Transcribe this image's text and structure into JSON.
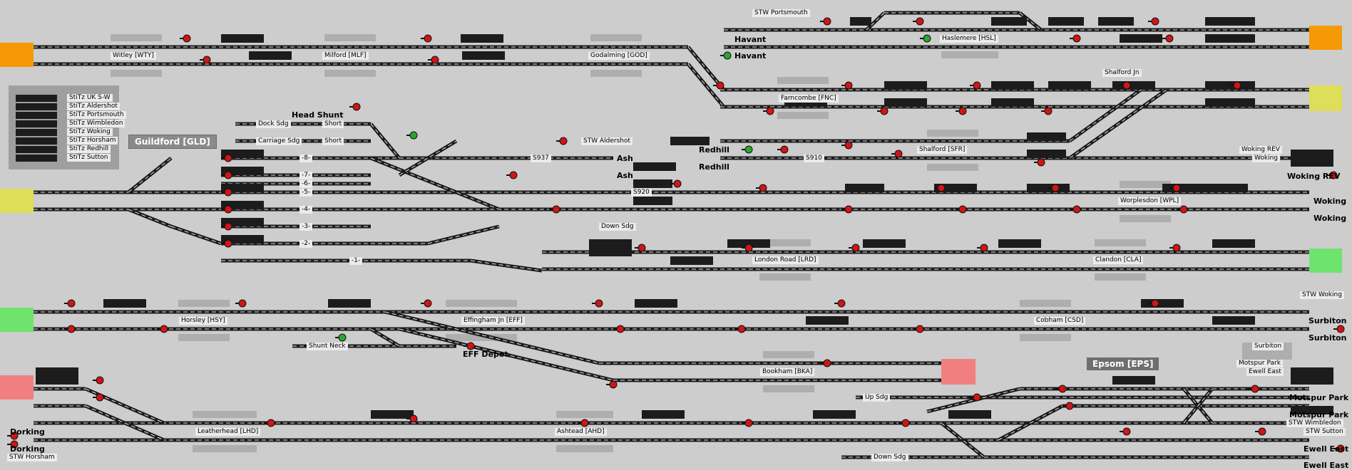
{
  "window": {
    "title": "Signal box panel – Guildford area"
  },
  "legend": [
    "StiTz UK S-W",
    "StiTz Aldershot",
    "StiTz Portsmouth",
    "StiTz Wimbledon",
    "StiTz Woking",
    "StiTz Horsham",
    "StiTz Redhill",
    "StiTz Sutton"
  ],
  "stations": {
    "guildford": "Guildford [GLD]",
    "epsom": "Epsom [EPS]"
  },
  "labels": {
    "witley": "Witley [WTY]",
    "milford": "Milford [MLF]",
    "godalming": "Godalming [GOD]",
    "farncombe": "Farncombe [FNC]",
    "haslemere": "Haslemere [HSL]",
    "shalford_jn": "Shalford Jn",
    "shalford": "Shalford [SFR]",
    "worplesdon": "Worplesdon [WPL]",
    "london_road": "London Road [LRD]",
    "clandon": "Clandon [CLA]",
    "horsley": "Horsley [HSY]",
    "effingham": "Effingham Jn [EFF]",
    "cobham": "Cobham [CSD]",
    "bookham": "Bookham [BKA]",
    "leatherhead": "Leatherhead [LHD]",
    "ashtead": "Ashtead [AHD]",
    "dock_sdg": "Dock Sdg",
    "carriage_sdg": "Carriage Sdg",
    "short1": "Short",
    "short2": "Short",
    "stw_portsmouth": "STW Portsmouth",
    "stw_aldershot": "STW Aldershot",
    "stw_woking": "STW Woking",
    "stw_wimbledon": "STW Wimbledon",
    "stw_sutton": "STW Sutton",
    "stw_horsham": "STW Horsham",
    "woking_rev": "Woking REV",
    "woking_box": "Woking",
    "surbiton_box": "Surbiton",
    "motspur_park_box": "Motspur Park",
    "ewell_east_box": "Ewell East",
    "down_sdg1": "Down Sdg",
    "down_sdg2": "Down Sdg",
    "up_sdg": "Up Sdg",
    "shunt_neck": "Shunt Neck",
    "s937": "S937",
    "s920": "S920",
    "s910": "S910"
  },
  "destinations": {
    "havant1": "Havant",
    "havant2": "Havant",
    "head_shunt": "Head Shunt",
    "ash1": "Ash",
    "ash2": "Ash",
    "redhill1": "Redhill",
    "redhill2": "Redhill",
    "woking_rev": "Woking REV",
    "woking1": "Woking",
    "woking2": "Woking",
    "surbiton1": "Surbiton",
    "surbiton2": "Surbiton",
    "eff_depot": "EFF Depot",
    "dorking1": "Dorking",
    "dorking2": "Dorking",
    "motspur1": "Motspur Park",
    "motspur2": "Motspur Park",
    "ewell1": "Ewell East",
    "ewell2": "Ewell East"
  },
  "platform_numbers": [
    "-8-",
    "-7-",
    "-6-",
    "-5-",
    "-4-",
    "-3-",
    "-2-",
    "-1-"
  ],
  "colors": {
    "background": "#cdcdcd",
    "track": "#1a1a1a",
    "signal_red": "#d01515",
    "signal_green": "#2ea52e",
    "edge_orange": "#f59a05",
    "edge_yellow": "#dede5a",
    "edge_green": "#6ee46e",
    "edge_pink": "#f08080"
  }
}
